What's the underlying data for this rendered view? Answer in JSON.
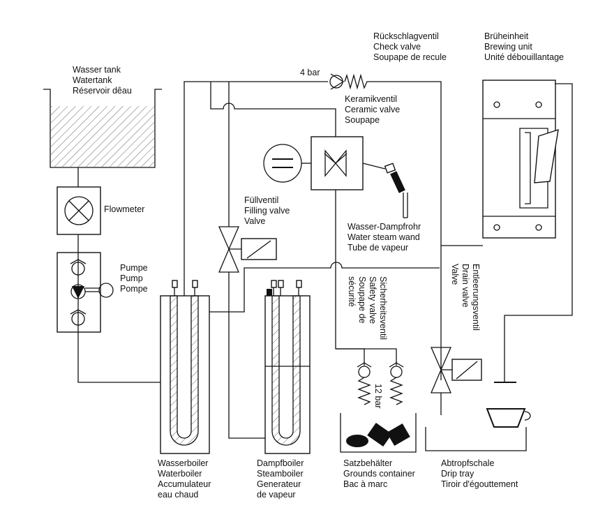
{
  "diagram": {
    "water_tank": [
      "Wasser tank",
      "Watertank",
      "Réservoir dêau"
    ],
    "flowmeter": "Flowmeter",
    "pump": [
      "Pumpe",
      "Pump",
      "Pompe"
    ],
    "check_valve": [
      "Rückschlagventil",
      "Check valve",
      "Soupape de recule"
    ],
    "check_valve_pressure": "4 bar",
    "brewing_unit": [
      "Brüheinheit",
      "Brewing unit",
      "Unité débouillantage"
    ],
    "ceramic_valve": [
      "Keramikventil",
      "Ceramic valve",
      "Soupape"
    ],
    "filling_valve": [
      "Füllventil",
      "Filling valve",
      "Valve"
    ],
    "steam_wand": [
      "Wasser-Dampfrohr",
      "Water steam wand",
      "Tube de vapeur"
    ],
    "safety_valve": [
      "Sicherheitsventil",
      "Safety valve",
      "Soupape de",
      "sécurité"
    ],
    "safety_valve_pressure": "12 bar",
    "drain_valve": [
      "Entleerungsventil",
      "Drain valve",
      "Valve"
    ],
    "water_boiler": [
      "Wasserboiler",
      "Waterboiler",
      "Accumulateur",
      "eau chaud"
    ],
    "steam_boiler": [
      "Dampfboiler",
      "Steamboiler",
      "Generateur",
      "de vapeur"
    ],
    "grounds_container": [
      "Satzbehälter",
      "Grounds container",
      "Bac à marc"
    ],
    "drip_tray": [
      "Abtropfschale",
      "Drip tray",
      "Tiroir d'égouttement"
    ]
  }
}
